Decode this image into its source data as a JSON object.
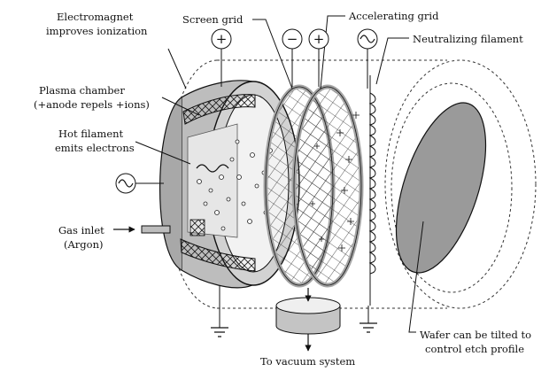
{
  "labels": {
    "electromagnet_line1": "Electromagnet",
    "electromagnet_line2": "improves ionization",
    "plasma_line1": "Plasma chamber",
    "plasma_line2": "(+anode repels +ions)",
    "filament_line1": "Hot filament",
    "filament_line2": "emits electrons",
    "gas_line1": "Gas inlet",
    "gas_line2": "(Argon)",
    "screen_grid": "Screen grid",
    "accelerating_grid": "Accelerating grid",
    "neutralizing_filament": "Neutralizing filament",
    "wafer_line1": "Wafer can be tilted to",
    "wafer_line2": "control etch profile",
    "vacuum": "To vacuum system"
  },
  "symbols": {
    "anode_polarity": "+",
    "screen_polarity": "−",
    "accel_polarity": "+"
  },
  "colors": {
    "chamber": "#b9b9b9",
    "chamber_dark": "#8d8d8d",
    "grid_ring": "#a5a5a5",
    "wafer": "#9a9a9a",
    "line": "#111111"
  },
  "icons": [
    "ac-source-icon",
    "ground-icon",
    "arrow-icon"
  ]
}
